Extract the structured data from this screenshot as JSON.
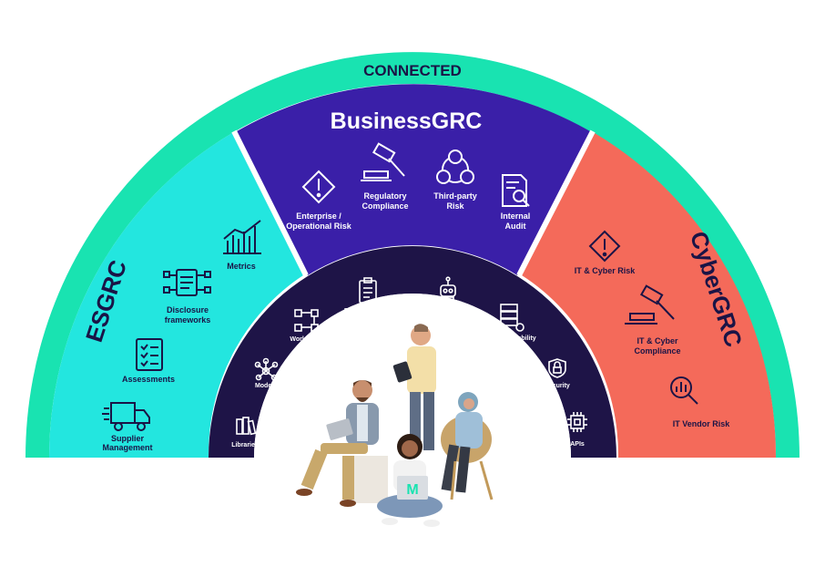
{
  "outer_ring": {
    "label": "CONNECTED",
    "color": "#19e3b1"
  },
  "segments": {
    "esgrc": {
      "title": "ESGRC",
      "color": "#23e6df",
      "items": [
        {
          "label": "Metrics",
          "icon": "bar-chart-icon"
        },
        {
          "label_line1": "Disclosure",
          "label_line2": "frameworks",
          "icon": "document-flow-icon"
        },
        {
          "label": "Assessments",
          "icon": "checklist-icon"
        },
        {
          "label_line1": "Supplier",
          "label_line2": "Management",
          "icon": "truck-icon"
        }
      ]
    },
    "businessgrc": {
      "title": "BusinessGRC",
      "color": "#3a1fa8",
      "items": [
        {
          "label_line1": "Enterprise /",
          "label_line2": "Operational Risk",
          "icon": "warning-diamond-icon"
        },
        {
          "label_line1": "Regulatory",
          "label_line2": "Compliance",
          "icon": "gavel-icon"
        },
        {
          "label_line1": "Third-party",
          "label_line2": "Risk",
          "icon": "network-users-icon"
        },
        {
          "label_line1": "Internal",
          "label_line2": "Audit",
          "icon": "document-search-icon"
        }
      ]
    },
    "cybergrc": {
      "title": "CyberGRC",
      "color": "#f46a5a",
      "items": [
        {
          "label": "IT & Cyber Risk",
          "icon": "warning-diamond-icon"
        },
        {
          "label_line1": "IT & Cyber",
          "label_line2": "Compliance",
          "icon": "gavel-icon"
        },
        {
          "label": "IT Vendor Risk",
          "icon": "magnifier-chart-icon"
        }
      ]
    }
  },
  "platform_ring": {
    "color": "#1e1447",
    "items": [
      {
        "label": "Libraries",
        "icon": "books-icon"
      },
      {
        "label": "Models",
        "icon": "network-icon"
      },
      {
        "label": "Workflows",
        "icon": "workflow-icon"
      },
      {
        "label": "Business Rules",
        "icon": "clipboard-icon"
      },
      {
        "label": "AI/ML",
        "icon": "robot-icon"
      },
      {
        "label": "Configurability",
        "icon": "server-gear-icon"
      },
      {
        "label": "Security",
        "icon": "lock-shield-icon"
      },
      {
        "label": "APIs",
        "icon": "chip-icon"
      }
    ]
  },
  "photo": {
    "laptop_logo": "M"
  }
}
